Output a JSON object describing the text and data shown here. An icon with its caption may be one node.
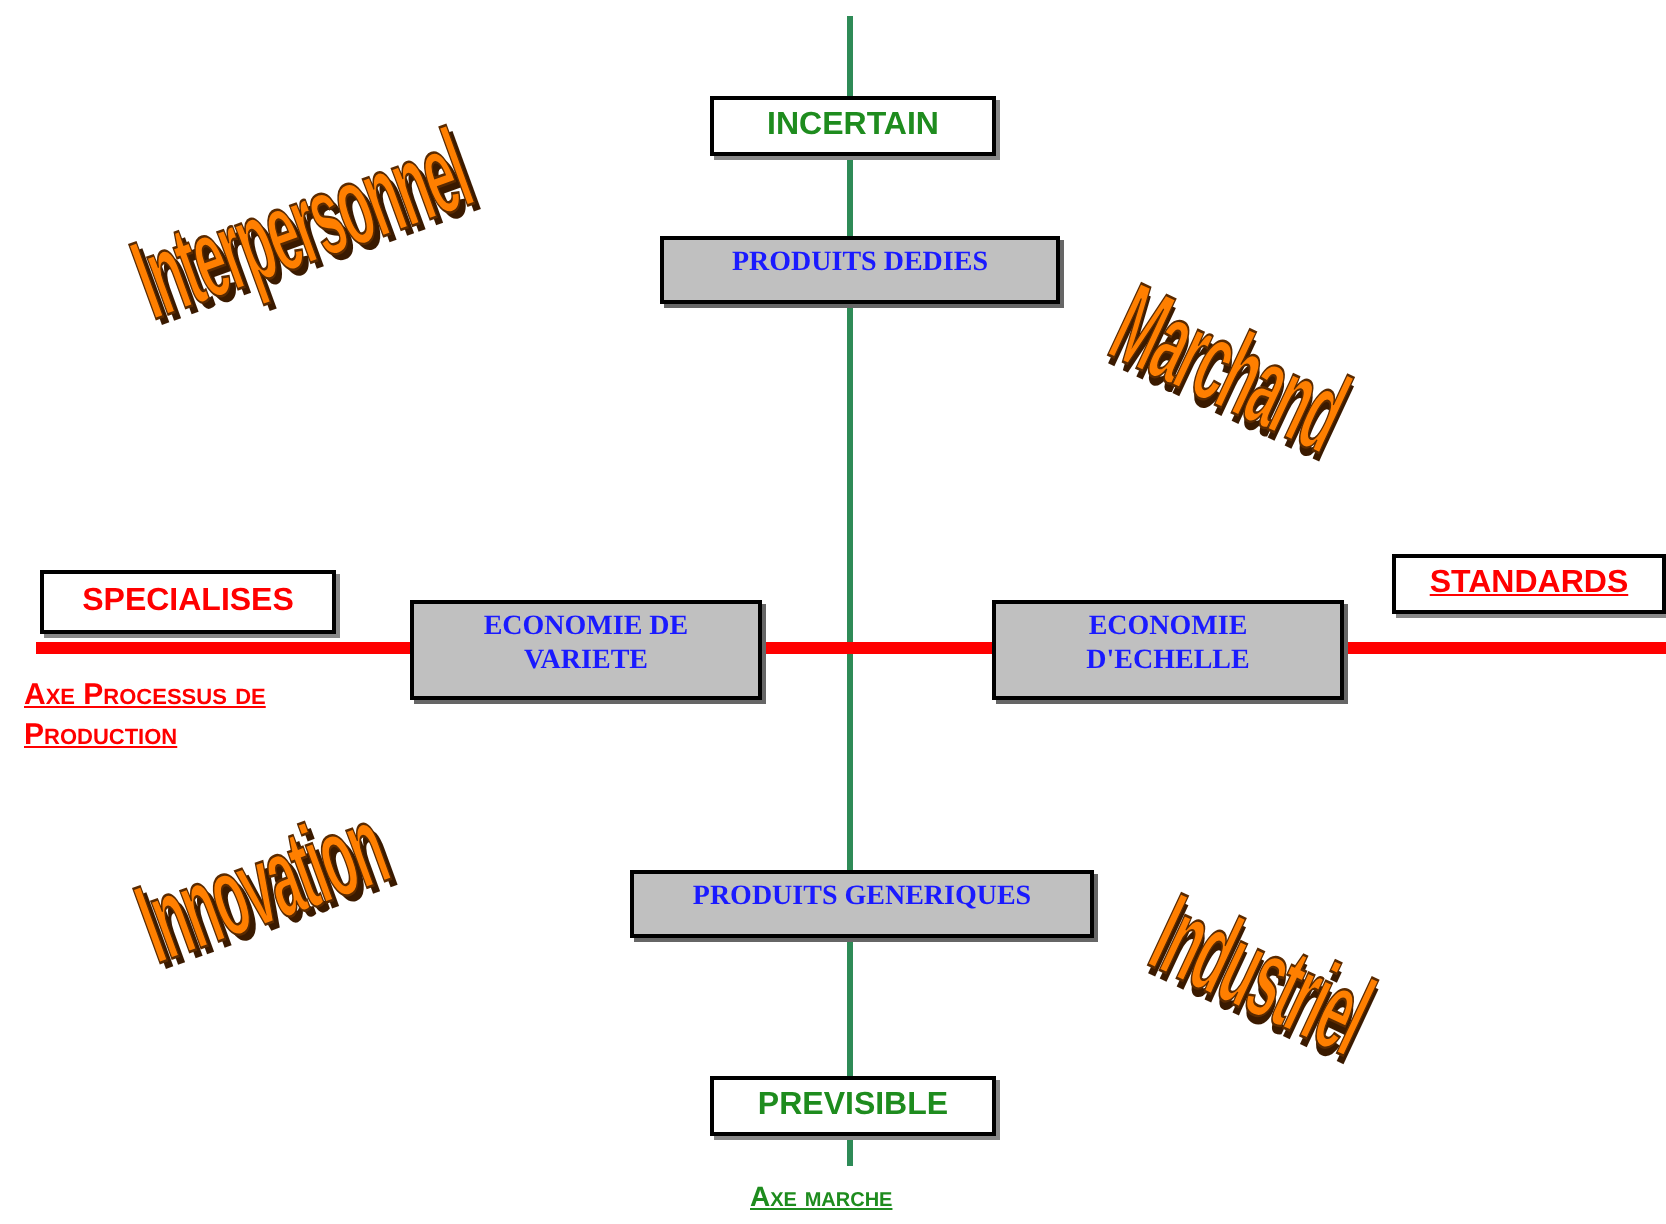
{
  "diagram": {
    "nodes": [
      {
        "text": [
          "INCERTAIN"
        ]
      },
      {
        "text": [
          "PRODUITS DEDIES"
        ]
      },
      {
        "text": [
          "SPECIALISES"
        ]
      },
      {
        "text": [
          "ECONOMIE DE VARIETE"
        ]
      },
      {
        "text": [
          "ECONOMIE D'ECHELLE"
        ]
      },
      {
        "text": [
          "STANDARDS"
        ]
      },
      {
        "text": [
          "PRODUITS GENERIQUES"
        ]
      },
      {
        "text": [
          "PREVISIBLE"
        ]
      }
    ],
    "labels": [
      "Interpersonnel",
      "Marchand",
      "Axe Processus de Production",
      "Innovation",
      "Industriel",
      "Axe marche"
    ]
  }
}
